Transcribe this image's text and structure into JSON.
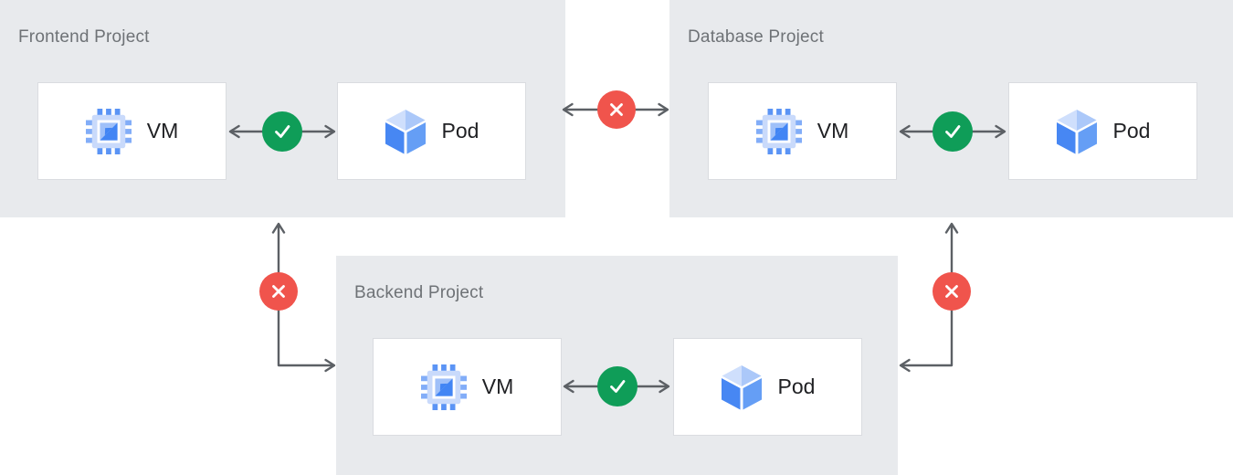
{
  "colors": {
    "page_bg": "#ffffff",
    "panel_bg": "#e8eaed",
    "node_bg": "#ffffff",
    "node_border": "#dadce0",
    "panel_title_text": "#6e7276",
    "node_label_text": "#202124",
    "arrow": "#5c6065",
    "allowed_green": "#0f9d58",
    "blocked_red": "#f0544c"
  },
  "projects": [
    {
      "title": "Frontend Project",
      "nodes": [
        {
          "label": "VM",
          "icon": "vm-chip-icon"
        },
        {
          "label": "Pod",
          "icon": "pod-cube-icon"
        }
      ],
      "internal_connection": {
        "between": [
          "VM",
          "Pod"
        ],
        "status": "allowed",
        "icon": "check-icon"
      }
    },
    {
      "title": "Database Project",
      "nodes": [
        {
          "label": "VM",
          "icon": "vm-chip-icon"
        },
        {
          "label": "Pod",
          "icon": "pod-cube-icon"
        }
      ],
      "internal_connection": {
        "between": [
          "VM",
          "Pod"
        ],
        "status": "allowed",
        "icon": "check-icon"
      }
    },
    {
      "title": "Backend Project",
      "nodes": [
        {
          "label": "VM",
          "icon": "vm-chip-icon"
        },
        {
          "label": "Pod",
          "icon": "pod-cube-icon"
        }
      ],
      "internal_connection": {
        "between": [
          "VM",
          "Pod"
        ],
        "status": "allowed",
        "icon": "check-icon"
      }
    }
  ],
  "cross_project_connections": [
    {
      "between": [
        "Frontend Project",
        "Database Project"
      ],
      "status": "blocked",
      "icon": "x-icon"
    },
    {
      "between": [
        "Frontend Project",
        "Backend Project"
      ],
      "status": "blocked",
      "icon": "x-icon"
    },
    {
      "between": [
        "Database Project",
        "Backend Project"
      ],
      "status": "blocked",
      "icon": "x-icon"
    }
  ]
}
